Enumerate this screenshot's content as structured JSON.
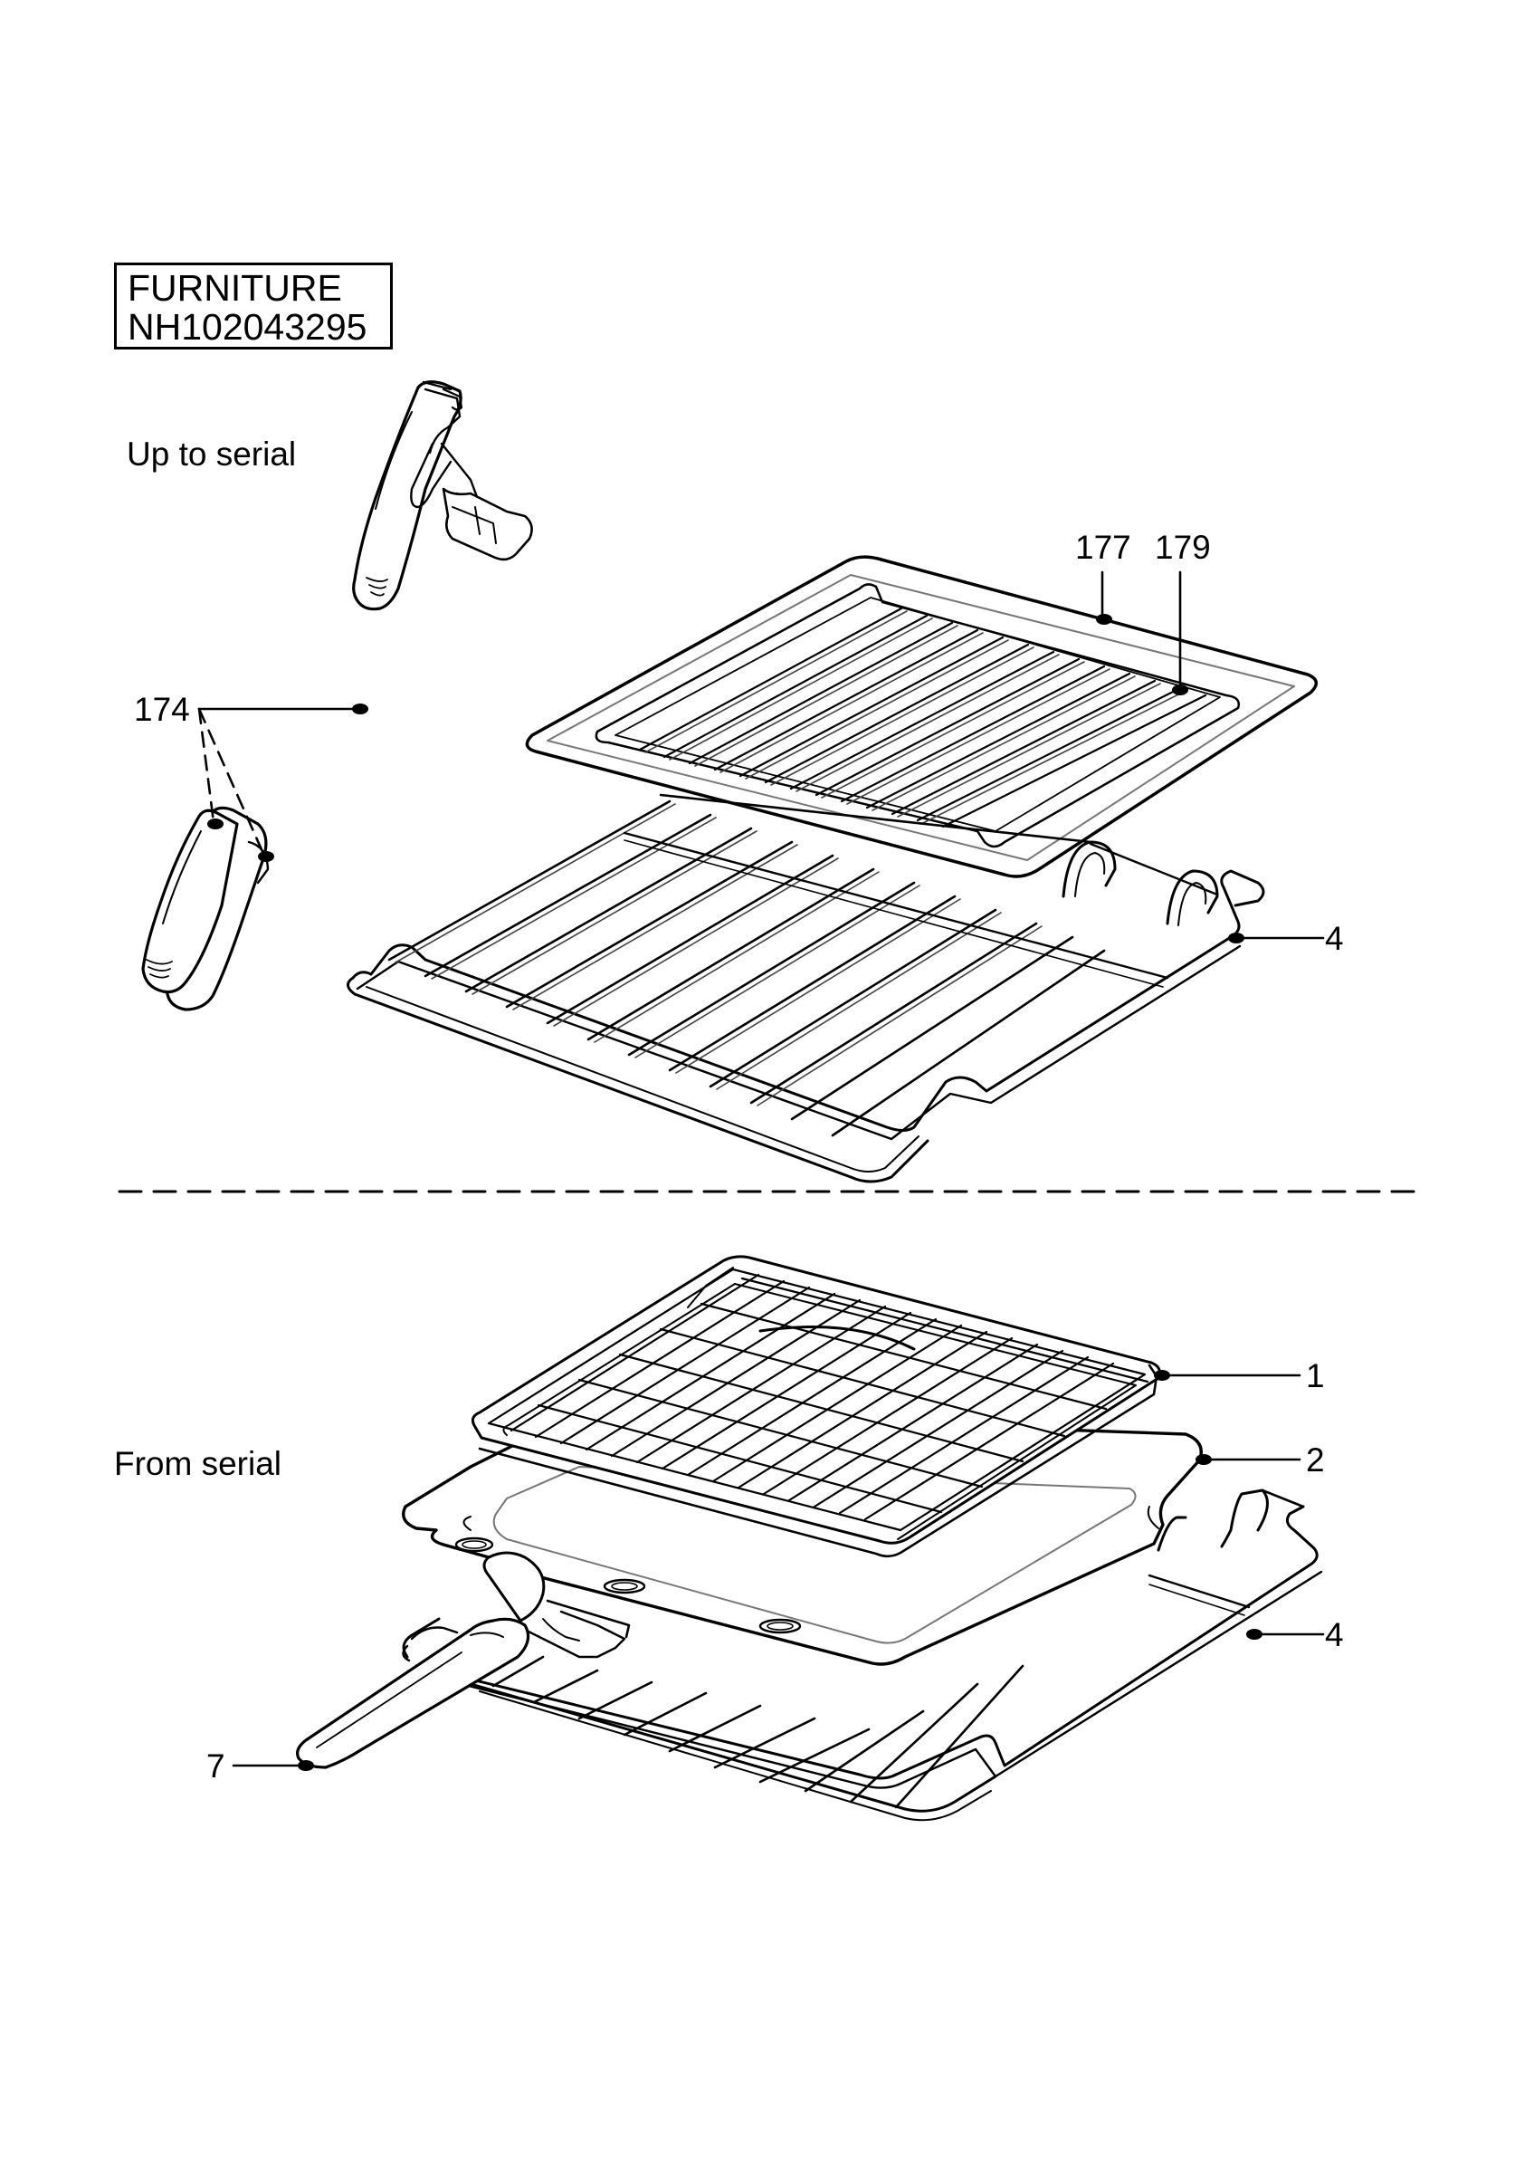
{
  "title": {
    "line1": "FURNITURE",
    "line2": "NH102043295"
  },
  "sections": {
    "top": "Up to serial",
    "bottom": "From serial"
  },
  "callouts": {
    "c177": "177",
    "c179": "179",
    "c174": "174",
    "c4_top": "4",
    "c1": "1",
    "c2": "2",
    "c4_bottom": "4",
    "c7": "7"
  },
  "colors": {
    "line": "#000000",
    "label_grey": "#555555",
    "background": "#ffffff"
  }
}
